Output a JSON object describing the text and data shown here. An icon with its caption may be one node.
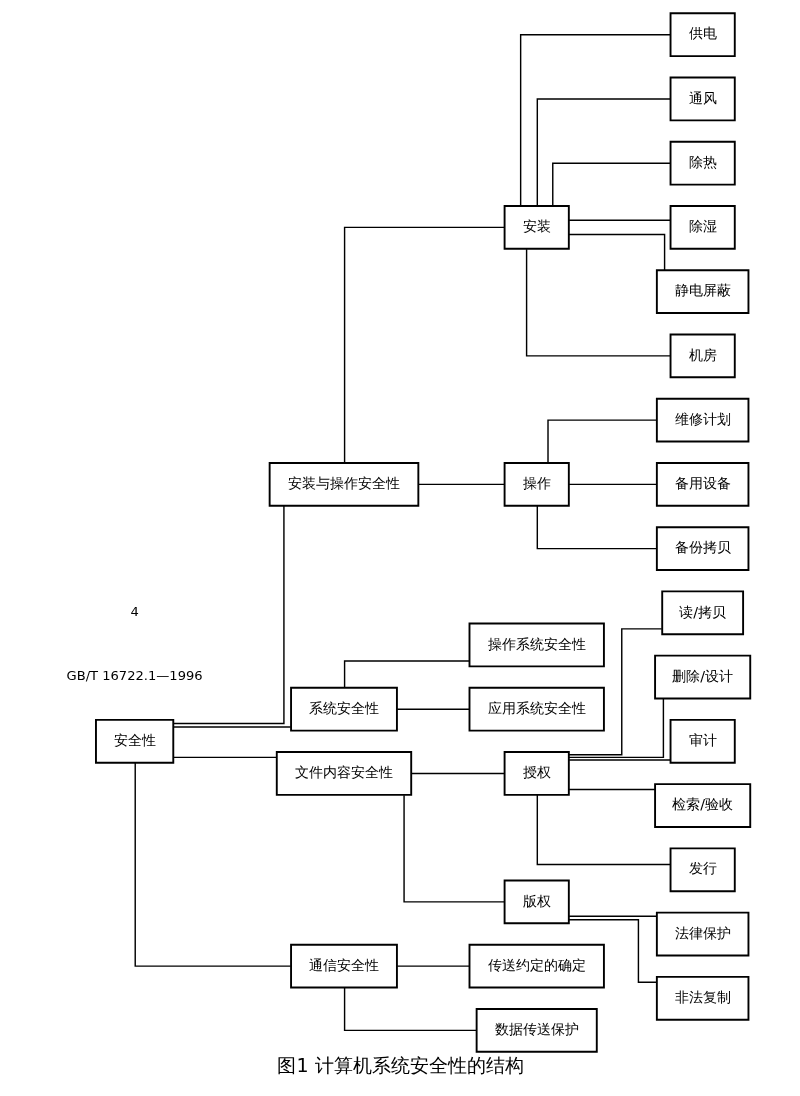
{
  "diagram": {
    "caption": "图1 计算机系统安全性的结构",
    "nodes": [
      {
        "text": [
          "安全性"
        ]
      },
      {
        "text": [
          "安装与操作安全性"
        ]
      },
      {
        "text": [
          "安装"
        ]
      },
      {
        "text": [
          "供电"
        ]
      },
      {
        "text": [
          "通风"
        ]
      },
      {
        "text": [
          "除热"
        ]
      },
      {
        "text": [
          "除湿"
        ]
      },
      {
        "text": [
          "静电屏蔽"
        ]
      },
      {
        "text": [
          "机房"
        ]
      },
      {
        "text": [
          "操作"
        ]
      },
      {
        "text": [
          "维修计划"
        ]
      },
      {
        "text": [
          "备用设备"
        ]
      },
      {
        "text": [
          "备份拷贝"
        ]
      },
      {
        "text": [
          "系统安全性"
        ]
      },
      {
        "text": [
          "操作系统安全性"
        ]
      },
      {
        "text": [
          "应用系统安全性"
        ]
      },
      {
        "text": [
          "文件内容安全性"
        ]
      },
      {
        "text": [
          "授权"
        ]
      },
      {
        "text": [
          "读/拷贝"
        ]
      },
      {
        "text": [
          "删除/设计"
        ]
      },
      {
        "text": [
          "审计"
        ]
      },
      {
        "text": [
          "检索/验收"
        ]
      },
      {
        "text": [
          "发行"
        ]
      },
      {
        "text": [
          "版权"
        ]
      },
      {
        "text": [
          "法律保护"
        ]
      },
      {
        "text": [
          "非法复制"
        ]
      },
      {
        "text": [
          "通信安全性"
        ]
      },
      {
        "text": [
          "传送约定的确定"
        ]
      },
      {
        "text": [
          "数据传送保护"
        ]
      }
    ],
    "edges": [
      {
        "from": 0,
        "to": 1,
        "arrow": "none"
      },
      {
        "from": 1,
        "to": 2,
        "arrow": "none"
      },
      {
        "from": 2,
        "to": 3,
        "arrow": "none"
      },
      {
        "from": 2,
        "to": 4,
        "arrow": "none"
      },
      {
        "from": 2,
        "to": 5,
        "arrow": "none"
      },
      {
        "from": 2,
        "to": 6,
        "arrow": "none"
      },
      {
        "from": 2,
        "to": 7,
        "arrow": "none"
      },
      {
        "from": 2,
        "to": 8,
        "arrow": "none"
      },
      {
        "from": 1,
        "to": 9,
        "arrow": "none"
      },
      {
        "from": 9,
        "to": 10,
        "arrow": "none"
      },
      {
        "from": 9,
        "to": 11,
        "arrow": "none"
      },
      {
        "from": 9,
        "to": 12,
        "arrow": "none"
      },
      {
        "from": 0,
        "to": 13,
        "arrow": "none"
      },
      {
        "from": 13,
        "to": 14,
        "arrow": "none"
      },
      {
        "from": 13,
        "to": 15,
        "arrow": "none"
      },
      {
        "from": 0,
        "to": 16,
        "arrow": "none"
      },
      {
        "from": 16,
        "to": 17,
        "arrow": "none"
      },
      {
        "from": 17,
        "to": 18,
        "arrow": "none"
      },
      {
        "from": 17,
        "to": 19,
        "arrow": "none"
      },
      {
        "from": 17,
        "to": 20,
        "arrow": "none"
      },
      {
        "from": 17,
        "to": 21,
        "arrow": "none"
      },
      {
        "from": 17,
        "to": 22,
        "arrow": "none"
      },
      {
        "from": 16,
        "to": 23,
        "arrow": "none"
      },
      {
        "from": 23,
        "to": 24,
        "arrow": "none"
      },
      {
        "from": 23,
        "to": 25,
        "arrow": "none"
      },
      {
        "from": 0,
        "to": 26,
        "arrow": "none"
      },
      {
        "from": 26,
        "to": 27,
        "arrow": "none"
      },
      {
        "from": 26,
        "to": 28,
        "arrow": "none"
      }
    ],
    "labels": [
      "GB/T 16722.1—1996",
      "4"
    ]
  }
}
